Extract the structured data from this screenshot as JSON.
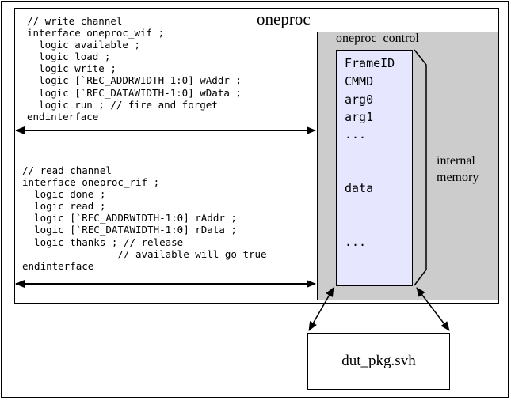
{
  "diagram": {
    "title": "oneproc",
    "control_label": "oneproc_control",
    "write_channel": [
      "// write channel",
      "interface oneproc_wif ;",
      "  logic available ;",
      "  logic load ;",
      "  logic write ;",
      "  logic [`REC_ADDRWIDTH-1:0] wAddr ;",
      "  logic [`REC_DATAWIDTH-1:0] wData ;",
      "  logic run ; // fire and forget",
      "endinterface"
    ],
    "read_channel": [
      "// read channel",
      "interface oneproc_rif ;",
      "  logic done ;",
      "  logic read ;",
      "  logic [`REC_ADDRWIDTH-1:0] rAddr ;",
      "  logic [`REC_DATAWIDTH-1:0] rData ;",
      "  logic thanks ; // release",
      "                // available will go true",
      "endinterface"
    ],
    "memory_fields": [
      "FrameID",
      "CMMD",
      "arg0",
      "arg1",
      "...",
      "data",
      "..."
    ],
    "internal_label": [
      "internal",
      "memory"
    ],
    "package_label": "dut_pkg.svh"
  }
}
